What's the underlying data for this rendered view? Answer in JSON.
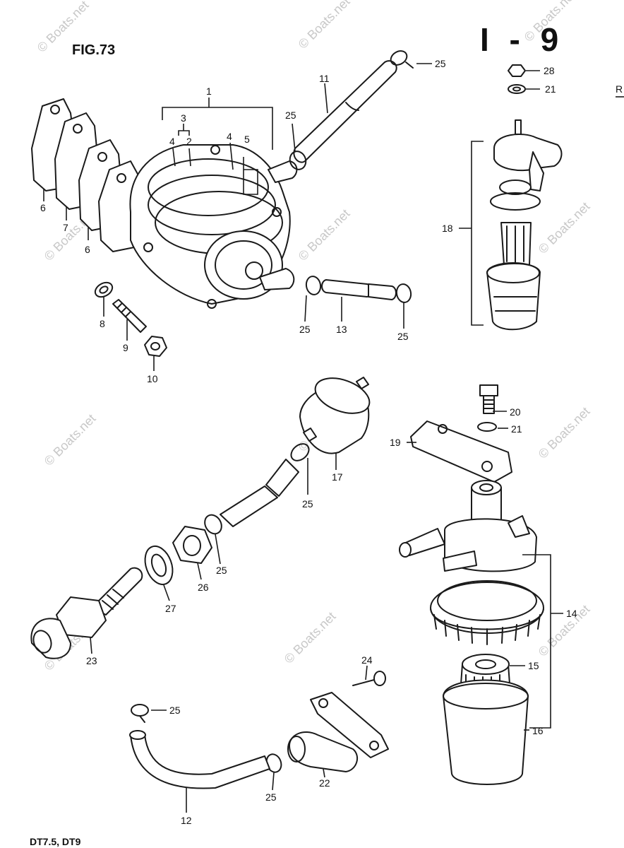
{
  "figure": {
    "title": "FIG.73",
    "page_code": "I - 9",
    "edge_mark": "R",
    "models": "DT7.5, DT9"
  },
  "watermark": {
    "text": "© Boats.net"
  },
  "callouts": {
    "c1": "1",
    "c2": "2",
    "c3": "3",
    "c4a": "4",
    "c4b": "4",
    "c5": "5",
    "c6a": "6",
    "c6b": "6",
    "c7": "7",
    "c8": "8",
    "c9": "9",
    "c10": "10",
    "c11": "11",
    "c12": "12",
    "c13": "13",
    "c14": "14",
    "c15": "15",
    "c16": "16",
    "c17": "17",
    "c18": "18",
    "c19": "19",
    "c20": "20",
    "c21a": "21",
    "c21b": "21",
    "c22": "22",
    "c23": "23",
    "c24": "24",
    "c25a": "25",
    "c25b": "25",
    "c25c": "25",
    "c25d": "25",
    "c25e": "25",
    "c25f": "25",
    "c25g": "25",
    "c25h": "25",
    "c26": "26",
    "c27": "27",
    "c28": "28"
  }
}
